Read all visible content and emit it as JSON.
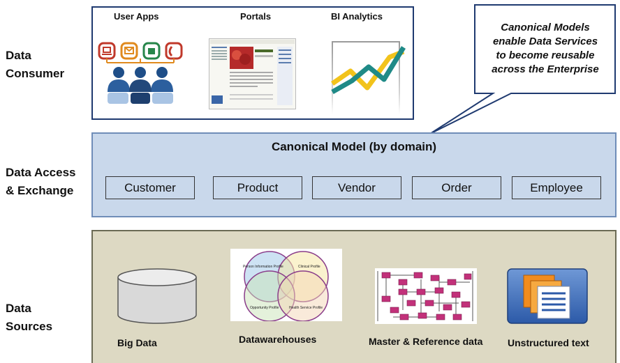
{
  "layers": {
    "consumer": [
      "Data",
      "Consumer"
    ],
    "access": [
      "Data Access",
      "& Exchange"
    ],
    "sources": [
      "Data",
      "Sources"
    ]
  },
  "consumer": {
    "columns": [
      "User Apps",
      "Portals",
      "BI Analytics"
    ]
  },
  "callout": {
    "lines": [
      "Canonical Models",
      "enable Data Services",
      "to become reusable",
      "across the Enterprise"
    ]
  },
  "access": {
    "title": "Canonical Model (by domain)",
    "entities": [
      "Customer",
      "Product",
      "Vendor",
      "Order",
      "Employee"
    ]
  },
  "sources": {
    "venn_labels": [
      "Person Information Profile",
      "Clinical Profile",
      "Opportunity Profile",
      "Health Service Profile"
    ],
    "items": [
      "Big Data",
      "Datawarehouses",
      "Master & Reference data",
      "Unstructured text"
    ]
  },
  "colors": {
    "consumer_border": "#1f3a70",
    "access_fill": "#c9d8eb",
    "access_border": "#6f8db8",
    "sources_fill": "#ddd9c3",
    "app_icon_red": "#c0392b",
    "person_blue": "#2c5f9e",
    "chart_teal": "#1f8a87",
    "chart_yellow": "#f2c31b"
  },
  "icons": [
    "laptop-icon",
    "envelope-icon",
    "phone-icon",
    "handset-icon",
    "people-icon",
    "portal-screenshot",
    "line-chart-icon",
    "database-cylinder-icon",
    "venn-diagram",
    "entity-diagram",
    "documents-icon"
  ]
}
